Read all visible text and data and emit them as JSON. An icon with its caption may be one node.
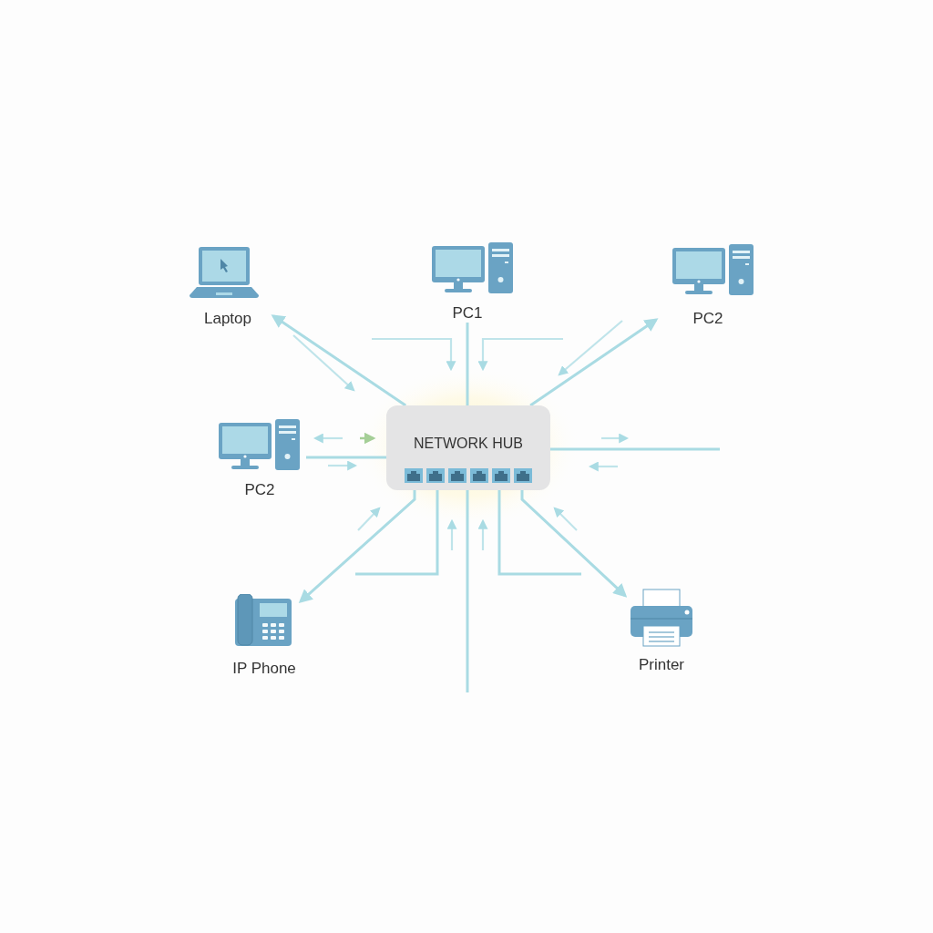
{
  "diagram": {
    "nodes": [
      {
        "text": [
          "NETWORK HUB"
        ]
      },
      {
        "text": [
          "Laptop"
        ]
      },
      {
        "text": [
          "PC1"
        ]
      },
      {
        "text": [
          "PC2"
        ]
      },
      {
        "text": [
          "PC2"
        ]
      },
      {
        "text": [
          "IP Phone"
        ]
      },
      {
        "text": [
          "Printer"
        ]
      }
    ],
    "edges": [
      {
        "from": 0,
        "to": 1,
        "arrow": "to"
      },
      {
        "from": 0,
        "to": 2,
        "arrow": "none"
      },
      {
        "from": 0,
        "to": 3,
        "arrow": "to"
      },
      {
        "from": 0,
        "to": 4,
        "arrow": "none"
      },
      {
        "from": 0,
        "to": 5,
        "arrow": "to"
      },
      {
        "from": 0,
        "to": 6,
        "arrow": "to"
      },
      {
        "from": 0,
        "to": null,
        "arrow": "none"
      },
      {
        "from": 0,
        "to": null,
        "arrow": "none"
      },
      {
        "from": 0,
        "to": null,
        "arrow": "none"
      },
      {
        "from": 0,
        "to": null,
        "arrow": "none"
      }
    ]
  }
}
